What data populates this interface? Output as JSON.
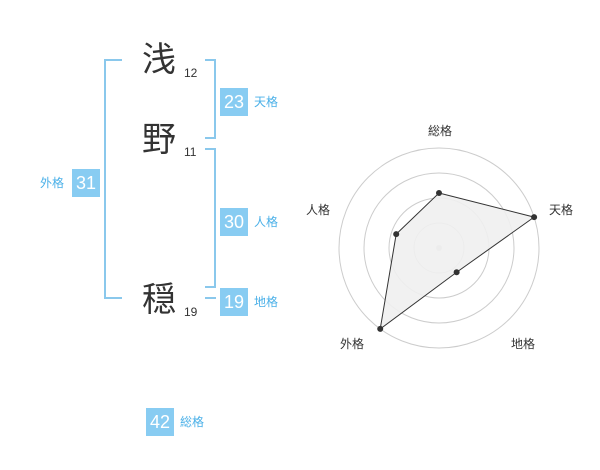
{
  "name": {
    "characters": [
      {
        "char": "浅",
        "strokes": "12"
      },
      {
        "char": "野",
        "strokes": "11"
      },
      {
        "char": "穏",
        "strokes": "19"
      }
    ]
  },
  "kaku": {
    "tenkaku": {
      "value": "23",
      "label": "天格"
    },
    "jinkaku": {
      "value": "30",
      "label": "人格"
    },
    "chikaku": {
      "value": "19",
      "label": "地格"
    },
    "gaikaku": {
      "value": "31",
      "label": "外格"
    },
    "soukaku": {
      "value": "42",
      "label": "総格"
    }
  },
  "radar": {
    "axes": [
      "総格",
      "天格",
      "地格",
      "外格",
      "人格"
    ],
    "values": [
      0.55,
      1.0,
      0.3,
      1.0,
      0.45
    ],
    "fill_color": "#efefef",
    "line_color": "#333333",
    "ring_color": "#cccccc"
  },
  "colors": {
    "accent": "#88ccf2",
    "accent_text": "#4ab0e8"
  }
}
